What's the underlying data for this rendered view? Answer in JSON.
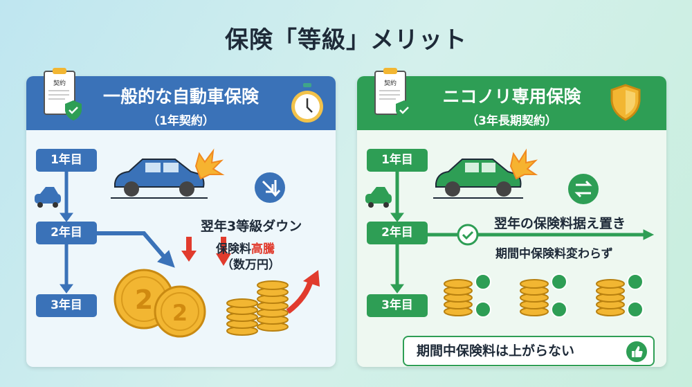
{
  "title": "保険「等級」メリット",
  "left": {
    "header": "一般的な自動車保険",
    "subheader": "（1年契約）",
    "clipboard_label": "契約",
    "years": [
      "1年目",
      "2年目",
      "3年目"
    ],
    "grade_down": "翌年3等級ダウン",
    "premium_prefix": "保険料",
    "premium_highlight": "高騰",
    "premium_amount": "（数万円）",
    "coin_label": "2",
    "color": "#3a72b8"
  },
  "right": {
    "header": "ニコノリ専用保険",
    "subheader": "（3年長期契約）",
    "clipboard_label": "契約",
    "years": [
      "1年目",
      "2年目",
      "3年目"
    ],
    "fixed": "翌年の保険料据え置き",
    "unchanged": "期間中保険料変わらず",
    "callout": "期間中保険料は上がらない",
    "color": "#2e9e55"
  }
}
